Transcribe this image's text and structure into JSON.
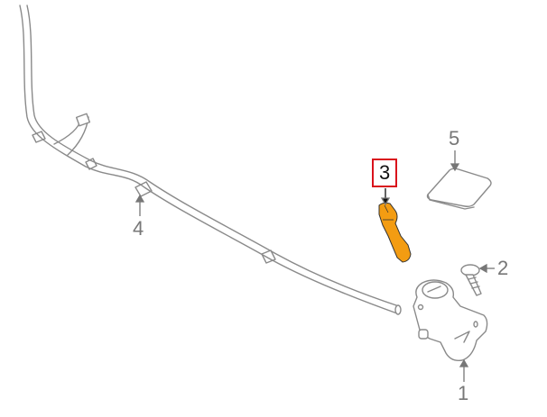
{
  "callouts": [
    {
      "label": "1",
      "part": "pump"
    },
    {
      "label": "2",
      "part": "screw"
    },
    {
      "label": "3",
      "part": "nozzle"
    },
    {
      "label": "4",
      "part": "hose"
    },
    {
      "label": "5",
      "part": "cover"
    }
  ],
  "selected_callout": "3",
  "colors": {
    "highlight": "#f39c12",
    "selection_box": "#d9121c",
    "line_art": "#8a8a8a"
  }
}
